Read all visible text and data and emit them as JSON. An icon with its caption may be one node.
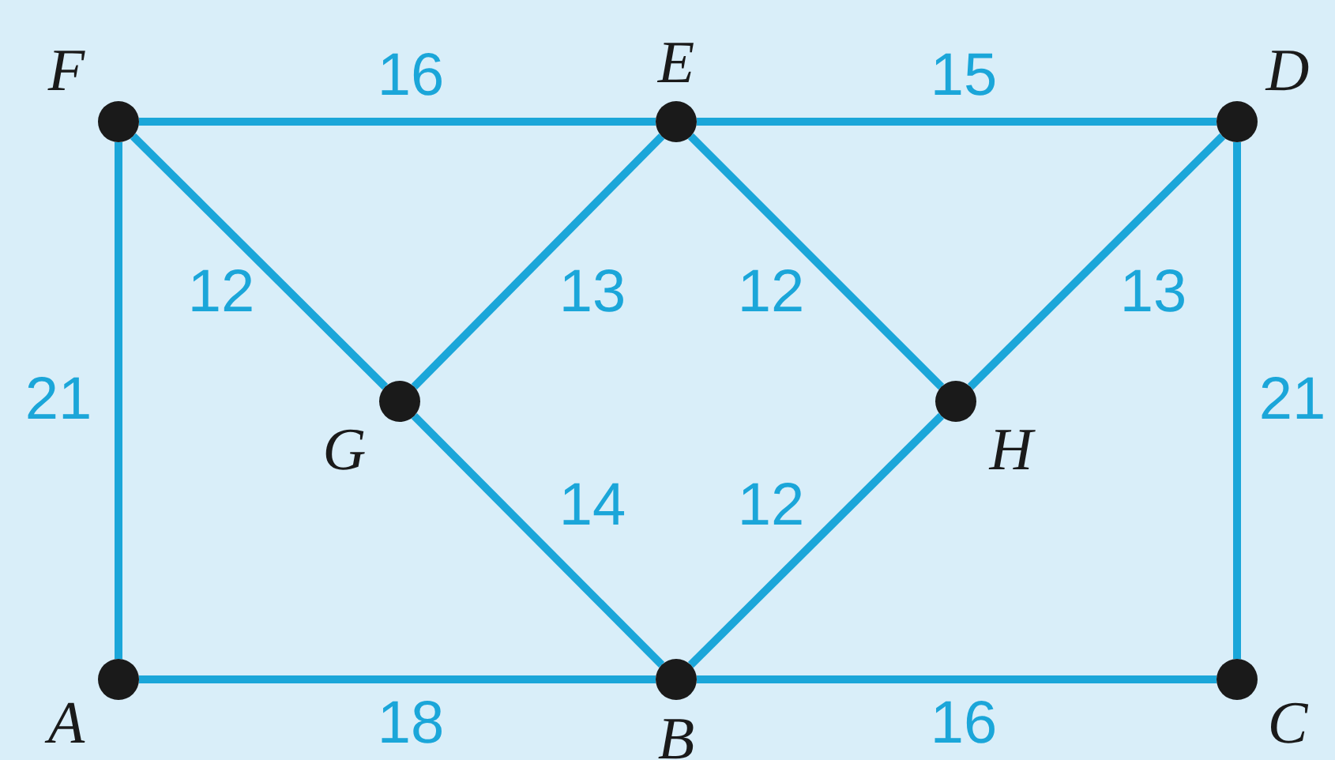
{
  "diagram": {
    "nodes": [
      {
        "text": [
          "F"
        ]
      },
      {
        "text": [
          "E"
        ]
      },
      {
        "text": [
          "D"
        ]
      },
      {
        "text": [
          "G"
        ]
      },
      {
        "text": [
          "H"
        ]
      },
      {
        "text": [
          "A"
        ]
      },
      {
        "text": [
          "B"
        ]
      },
      {
        "text": [
          "C"
        ]
      }
    ],
    "edges": [
      {
        "from": 0,
        "to": 1,
        "arrow": "none",
        "label": "16"
      },
      {
        "from": 1,
        "to": 2,
        "arrow": "none",
        "label": "15"
      },
      {
        "from": 0,
        "to": 5,
        "arrow": "none",
        "label": "21"
      },
      {
        "from": 2,
        "to": 7,
        "arrow": "none",
        "label": "21"
      },
      {
        "from": 0,
        "to": 3,
        "arrow": "none",
        "label": "12"
      },
      {
        "from": 3,
        "to": 1,
        "arrow": "none",
        "label": "13"
      },
      {
        "from": 1,
        "to": 4,
        "arrow": "none",
        "label": "12"
      },
      {
        "from": 4,
        "to": 2,
        "arrow": "none",
        "label": "13"
      },
      {
        "from": 3,
        "to": 6,
        "arrow": "none",
        "label": "14"
      },
      {
        "from": 6,
        "to": 4,
        "arrow": "none",
        "label": "12"
      },
      {
        "from": 5,
        "to": 6,
        "arrow": "none",
        "label": "18"
      },
      {
        "from": 6,
        "to": 7,
        "arrow": "none",
        "label": "16"
      }
    ]
  }
}
